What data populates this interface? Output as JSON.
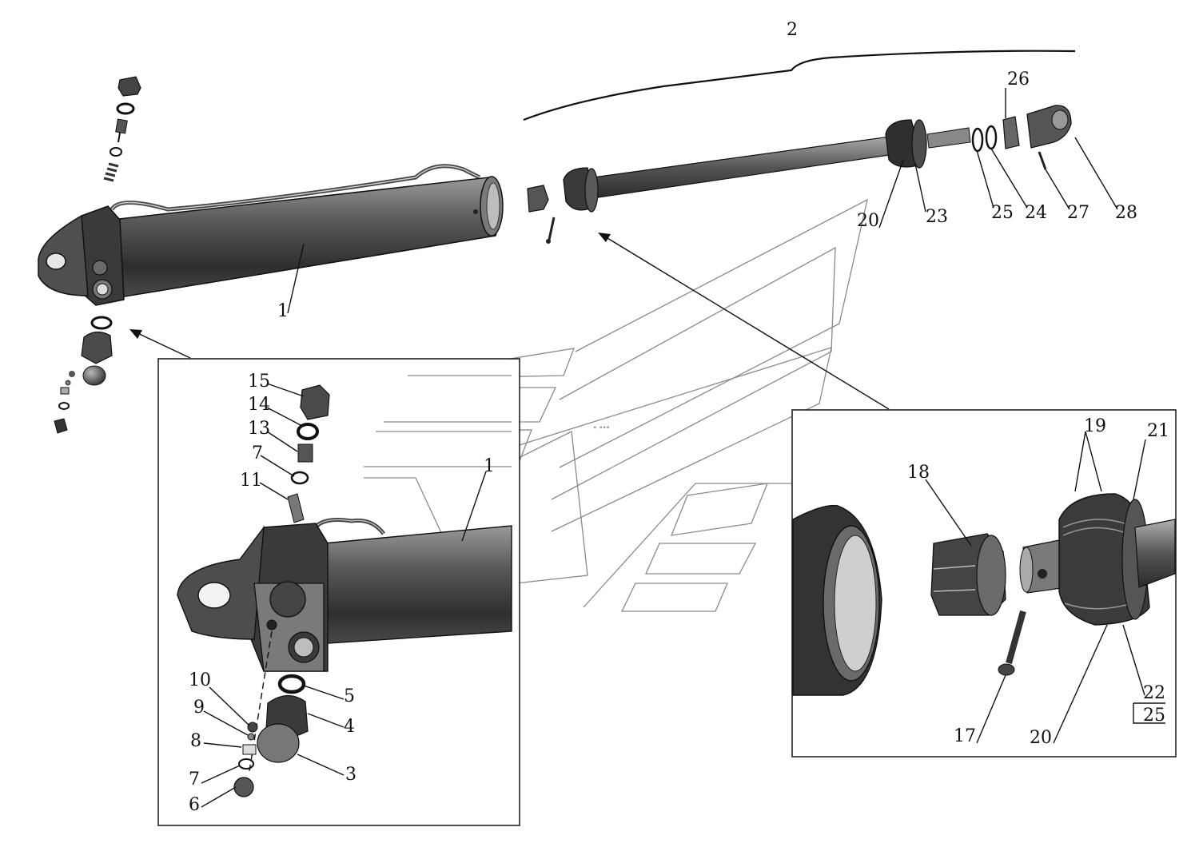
{
  "assembly_label": "2",
  "main_labels": {
    "cylinder": "1",
    "piston_seal": "20",
    "piston_ring": "23",
    "ring_a": "25",
    "ring_b": "24",
    "nut_cap": "26",
    "pin": "27",
    "rod_end": "28"
  },
  "detail_left": {
    "labels": {
      "plug_15": "15",
      "washer_14": "14",
      "valve_13": "13",
      "ring_7_top": "7",
      "spring_11": "11",
      "cylinder_1": "1",
      "ring_5": "5",
      "fitting_4": "4",
      "cap_3": "3",
      "ball_10": "10",
      "ring_9": "9",
      "sleeve_8": "8",
      "ring_7_bottom": "7",
      "plug_6": "6"
    }
  },
  "detail_right": {
    "labels": {
      "nut_18": "18",
      "piston_19": "19",
      "ring_21": "21",
      "cotter_17": "17",
      "seal_20": "20",
      "ring_22": "22",
      "ring_25": "25"
    }
  }
}
